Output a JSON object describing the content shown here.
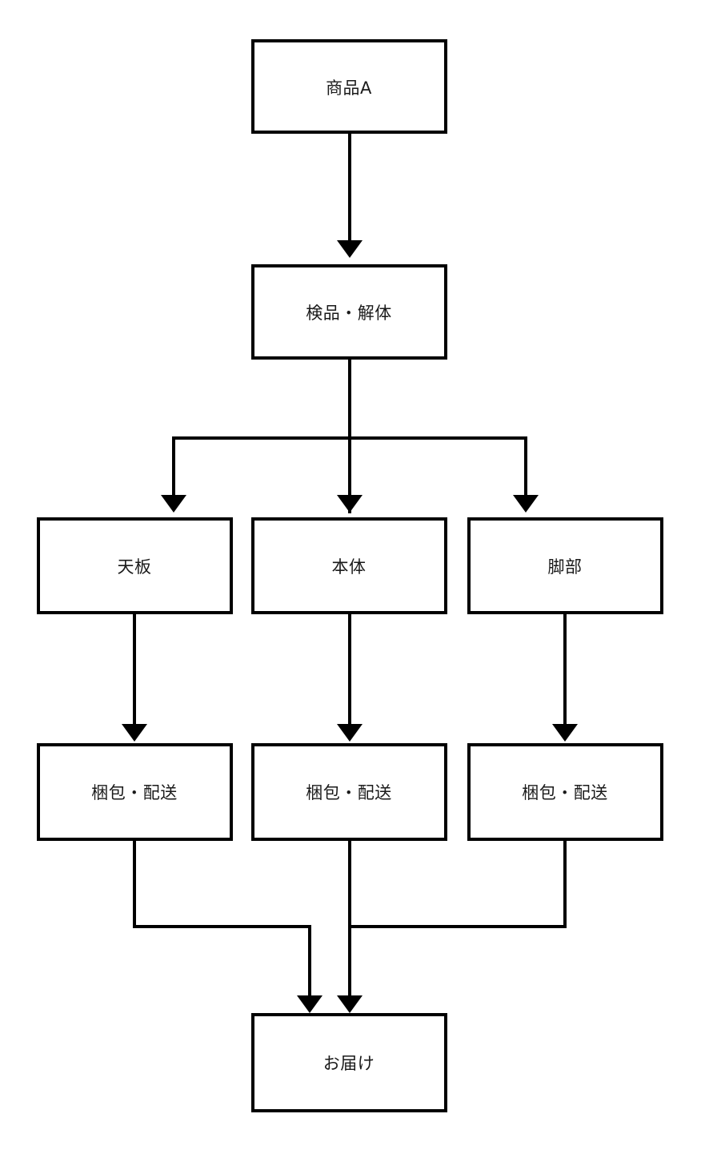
{
  "diagram": {
    "title": "",
    "type": "flowchart",
    "orientation": "top-to-bottom",
    "background_color": "#ffffff",
    "line_color": "#000000",
    "box_fill_color": "#ffffff",
    "text_color": "#1a1a1a",
    "nodes": [
      {
        "id": "product",
        "label": "商品A",
        "row": 1,
        "column": "center"
      },
      {
        "id": "inspect",
        "label": "検品・解体",
        "row": 2,
        "column": "center"
      },
      {
        "id": "tabletop",
        "label": "天板",
        "row": 3,
        "column": "left"
      },
      {
        "id": "body",
        "label": "本体",
        "row": 3,
        "column": "center"
      },
      {
        "id": "legs",
        "label": "脚部",
        "row": 3,
        "column": "right"
      },
      {
        "id": "pack-left",
        "label": "梱包・配送",
        "row": 4,
        "column": "left"
      },
      {
        "id": "pack-center",
        "label": "梱包・配送",
        "row": 4,
        "column": "center"
      },
      {
        "id": "pack-right",
        "label": "梱包・配送",
        "row": 4,
        "column": "right"
      },
      {
        "id": "deliver",
        "label": "お届け",
        "row": 5,
        "column": "center"
      }
    ],
    "edges": [
      {
        "from": "product",
        "to": "inspect",
        "style": "straight-arrow"
      },
      {
        "from": "inspect",
        "to": "tabletop",
        "style": "branch-arrow"
      },
      {
        "from": "inspect",
        "to": "body",
        "style": "branch-arrow"
      },
      {
        "from": "inspect",
        "to": "legs",
        "style": "branch-arrow"
      },
      {
        "from": "tabletop",
        "to": "pack-left",
        "style": "straight-arrow"
      },
      {
        "from": "body",
        "to": "pack-center",
        "style": "straight-arrow"
      },
      {
        "from": "legs",
        "to": "pack-right",
        "style": "straight-arrow"
      },
      {
        "from": "pack-left",
        "to": "deliver",
        "style": "merge-arrow"
      },
      {
        "from": "pack-center",
        "to": "deliver",
        "style": "straight-arrow"
      },
      {
        "from": "pack-right",
        "to": "deliver",
        "style": "merge-arrow"
      }
    ]
  }
}
